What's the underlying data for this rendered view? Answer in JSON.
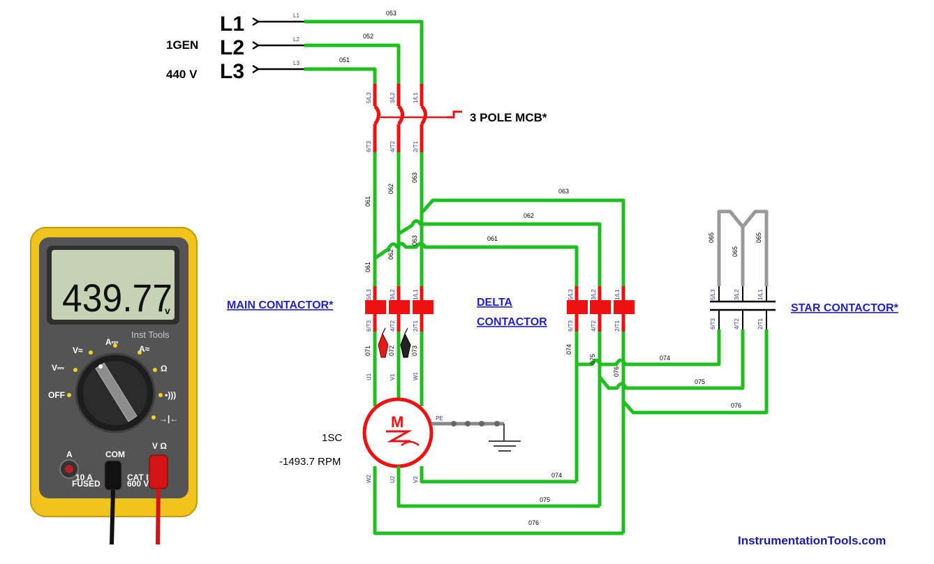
{
  "source": {
    "lines": [
      "L1",
      "L2",
      "L3"
    ],
    "name": "1GEN",
    "voltage": "440 V",
    "line_tags": [
      "L1",
      "L2",
      "L3"
    ]
  },
  "wire_labels": {
    "w053": "053",
    "w052": "052",
    "w051": "051",
    "w061": "061",
    "w062": "062",
    "w063": "063",
    "w071": "071",
    "w072": "072",
    "w073": "073",
    "w074": "074",
    "w075": "075",
    "w076": "076",
    "w065": "065"
  },
  "mcb": {
    "label": "3 POLE MCB*",
    "top_terms": [
      "5/L3",
      "3/L2",
      "1/L1"
    ],
    "bottom_terms": [
      "6/T3",
      "4/T2",
      "2/T1"
    ]
  },
  "contactors": {
    "main": "MAIN CONTACTOR*",
    "delta_line1": "DELTA",
    "delta_line2": "CONTACTOR",
    "star": "STAR CONTACTOR*",
    "top_terms": [
      "5/L3",
      "3/L2",
      "1/L1"
    ],
    "bottom_terms": [
      "6/T3",
      "4/T2",
      "2/T1"
    ]
  },
  "motor": {
    "name": "1SC",
    "speed": "-1493.7 RPM",
    "top_terms": [
      "U1",
      "V1",
      "W1"
    ],
    "bottom_terms": [
      "W2",
      "U2",
      "V2"
    ],
    "symbol": "M",
    "pe": "PE"
  },
  "meter": {
    "reading": "439.77",
    "unit": "v",
    "watermark": "Inst Tools",
    "dial": {
      "off": "OFF",
      "v_dc": "V⎓",
      "v_ac": "V≈",
      "a_dc": "A⎓",
      "a_ac": "A≈",
      "ohm": "Ω",
      "sound": "•)))",
      "cap": "→|←"
    },
    "jacks": {
      "a": "A",
      "com": "COM",
      "v": "V Ω",
      "fuse1": "10 A",
      "fuse2": "FUSED",
      "cat1": "CAT III",
      "cat2": "600 V"
    }
  },
  "brand": "InstrumentationTools.com"
}
